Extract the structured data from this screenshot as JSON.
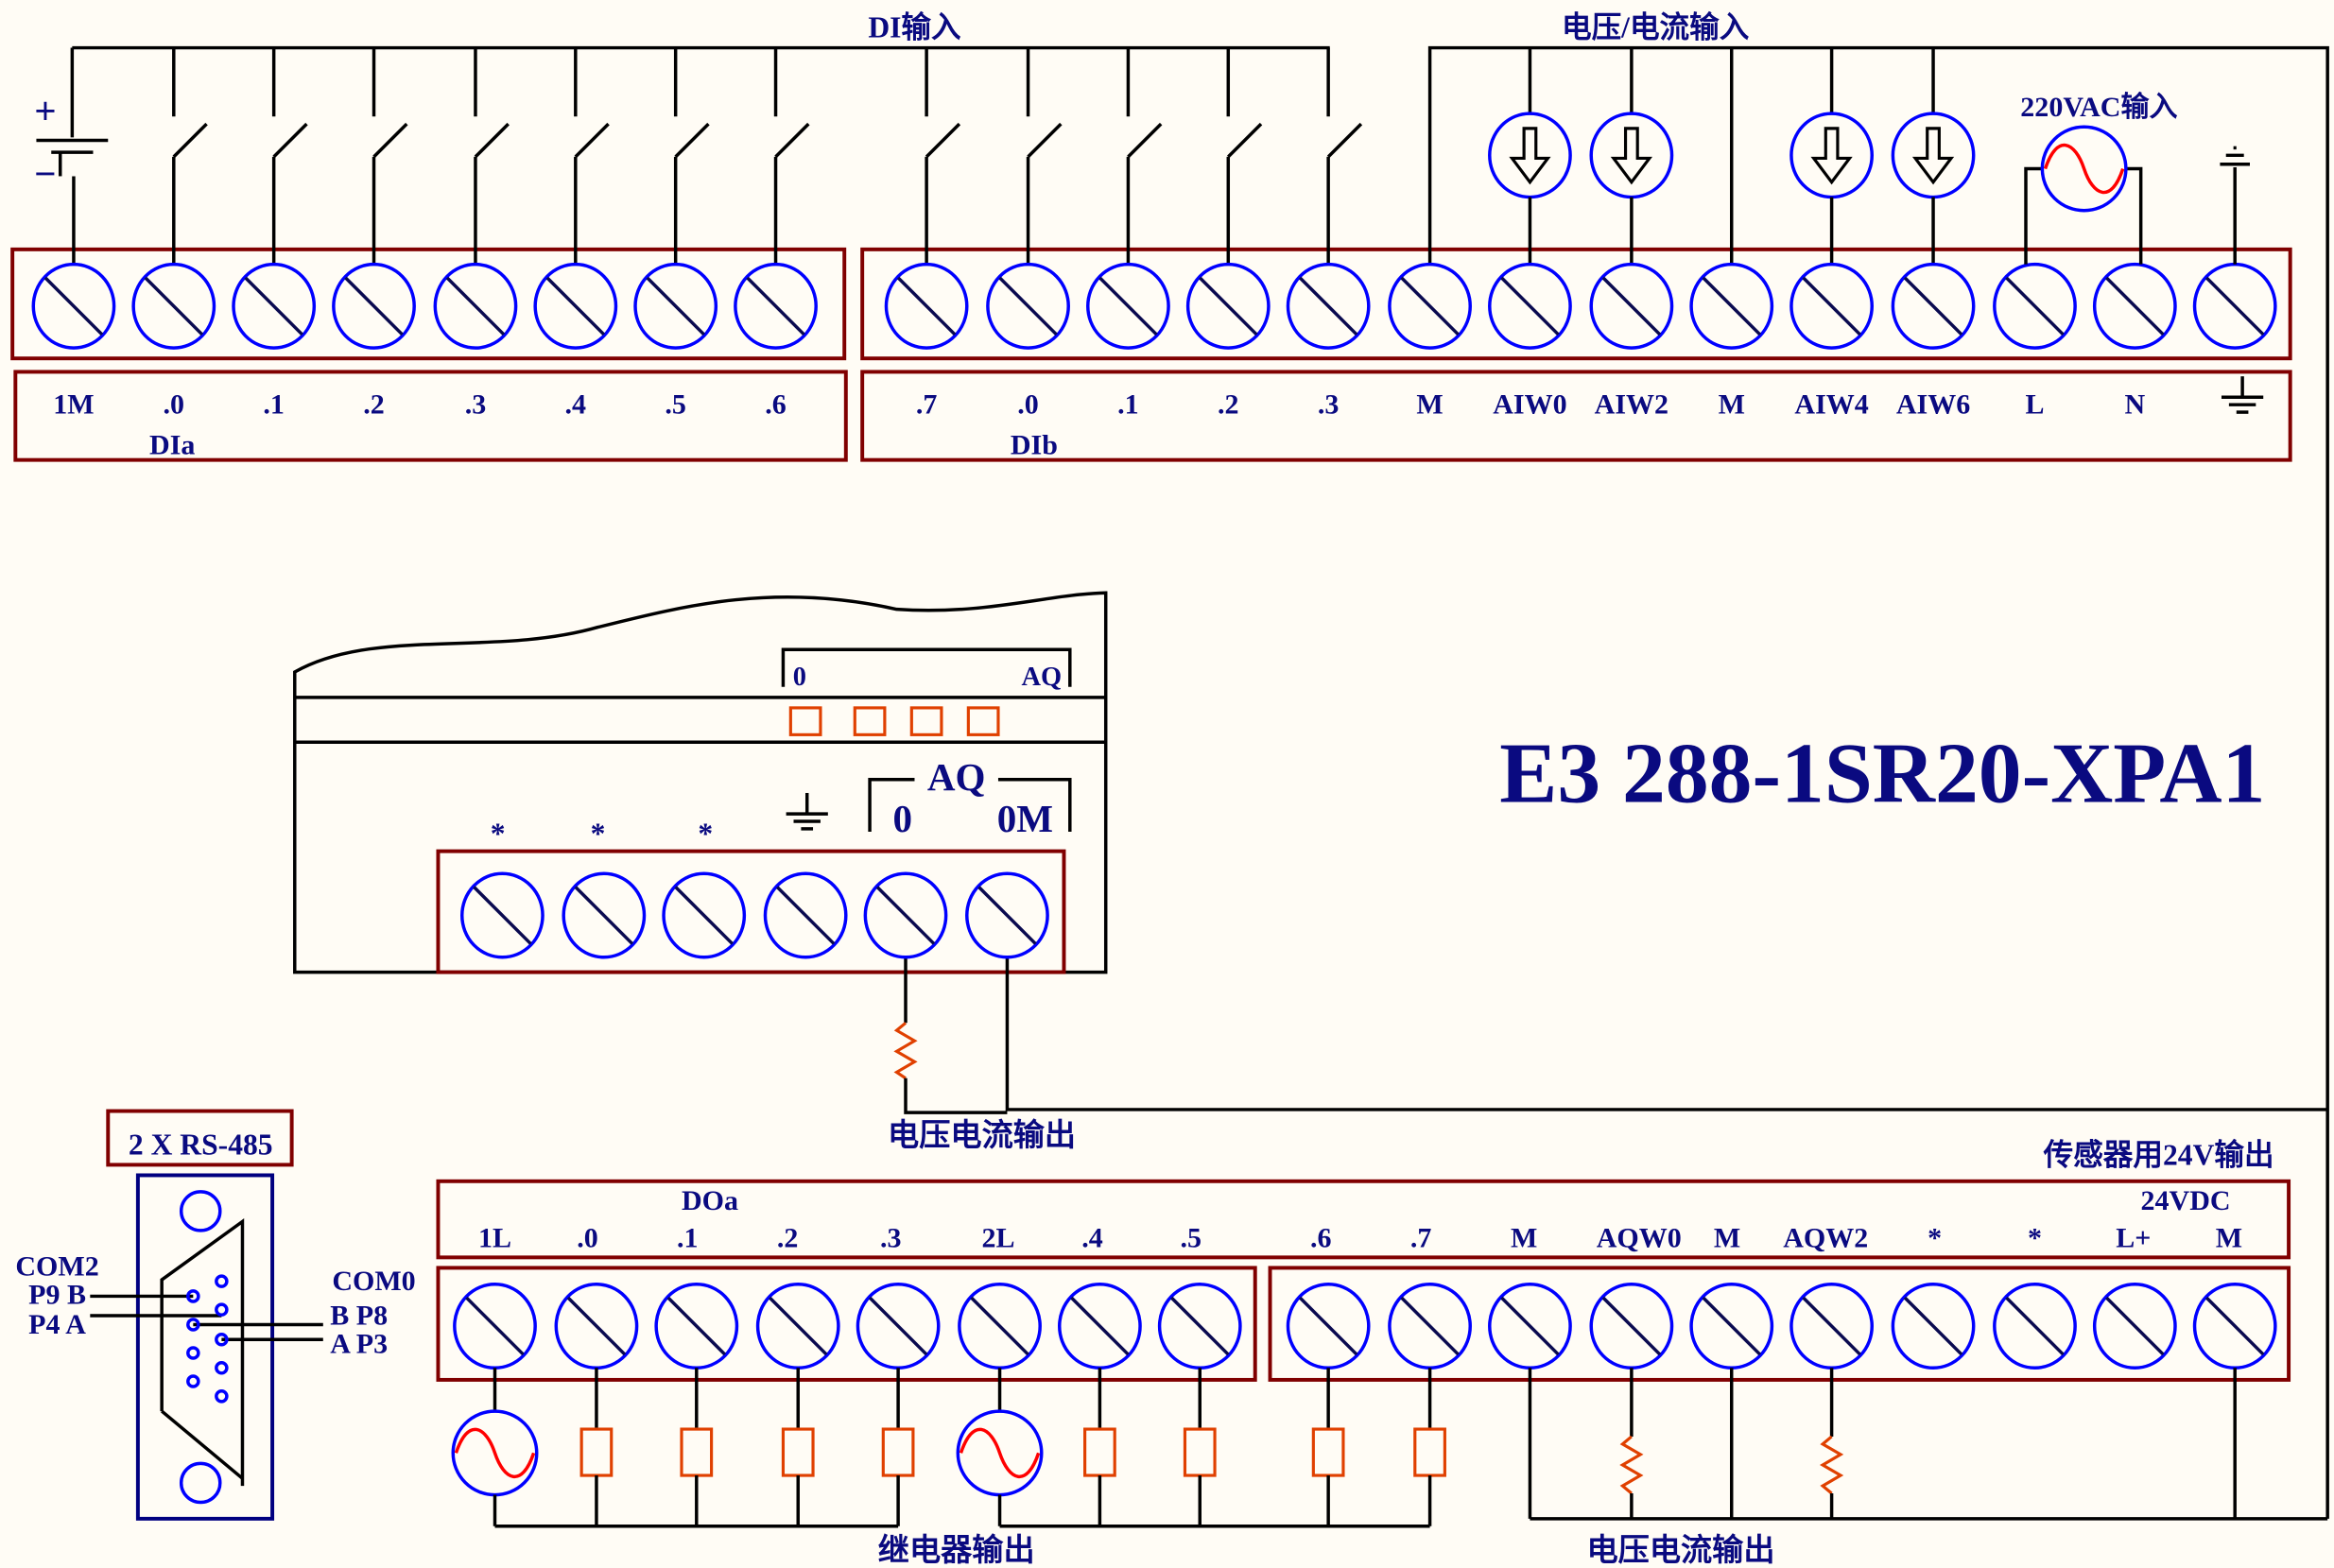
{
  "titles": {
    "di_input": "DI输入",
    "vi_input": "电压/电流输入",
    "ac_input": "220VAC输入",
    "model": "E3 288-1SR20-XPA1",
    "vi_output_mid": "电压电流输出",
    "relay_output": "继电器输出",
    "vi_output_bottom": "电压电流输出",
    "sensor_output": "传感器用24V输出"
  },
  "top_left_labels": [
    "1M",
    ".0",
    ".1",
    ".2",
    ".3",
    ".4",
    ".5",
    ".6"
  ],
  "top_left_group": "DIa",
  "top_right_labels": [
    ".7",
    ".0",
    ".1",
    ".2",
    ".3",
    "M",
    "AIW0",
    "AIW2",
    "M",
    "AIW4",
    "AIW6",
    "L",
    "N"
  ],
  "top_right_group": "DIb",
  "module": {
    "aq_zero": "0",
    "aq_label": "AQ",
    "aq2_label": "AQ",
    "aq2_zero": "0",
    "aq2_0m": "0M",
    "stars": [
      "*",
      "*",
      "*"
    ]
  },
  "battery": {
    "plus": "+",
    "minus": "−"
  },
  "rs485": {
    "title": "2 X RS-485",
    "com2": "COM2",
    "p9": "P9 B",
    "p4": "P4 A",
    "com0": "COM0",
    "p8": "B P8",
    "p3": "A P3"
  },
  "bottom_labels": [
    "1L",
    ".0",
    ".1",
    ".2",
    ".3",
    "2L",
    ".4",
    ".5",
    ".6",
    ".7",
    "M",
    "AQW0",
    "M",
    "AQW2",
    "*",
    "*",
    "L+",
    "M"
  ],
  "bottom_group": "DOa",
  "bottom_24v": "24VDC",
  "colors": {
    "terminal": "#0000ff",
    "box": "#800000",
    "text": "#0a0a80",
    "coil": "#e04000",
    "sine": "#ff0000"
  }
}
